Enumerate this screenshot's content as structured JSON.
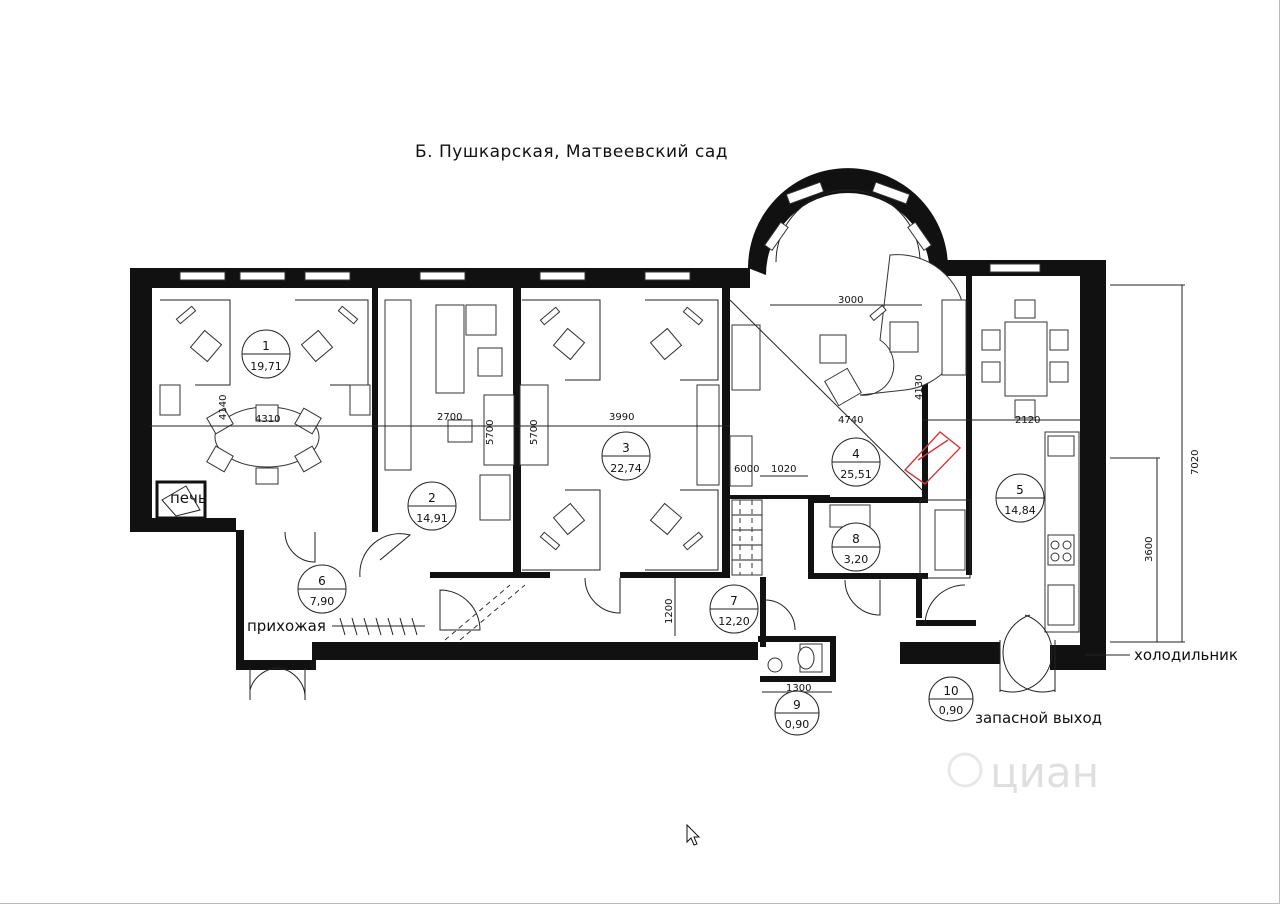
{
  "street_label": "Б. Пушкарская, Матвеевский сад",
  "rooms": [
    {
      "number": "1",
      "area": "19,71"
    },
    {
      "number": "2",
      "area": "14,91"
    },
    {
      "number": "3",
      "area": "22,74"
    },
    {
      "number": "4",
      "area": "25,51"
    },
    {
      "number": "5",
      "area": "14,84"
    },
    {
      "number": "6",
      "area": "7,90"
    },
    {
      "number": "7",
      "area": "12,20"
    },
    {
      "number": "8",
      "area": "3,20"
    },
    {
      "number": "9",
      "area": "0,90"
    },
    {
      "number": "10",
      "area": "0,90"
    }
  ],
  "labels": {
    "stove": "печь",
    "hallway": "прихожая",
    "fridge": "холодильник",
    "emergency_exit": "запасной выход",
    "watermark": "циан"
  },
  "dimensions": {
    "d3000": "3000",
    "d4130": "4130",
    "d4740": "4740",
    "d2120": "2120",
    "d7020": "7020",
    "d3600": "3600",
    "d2700": "2700",
    "d5700a": "5700",
    "d5700b": "5700",
    "d3990": "3990",
    "d4310": "4310",
    "d4140": "4140",
    "d6000": "6000",
    "d1020": "1020",
    "d1200": "1200",
    "d1300": "1300"
  },
  "colors": {
    "walls": "#111111",
    "accent_red": "#d43a3a",
    "background": "#ffffff"
  }
}
